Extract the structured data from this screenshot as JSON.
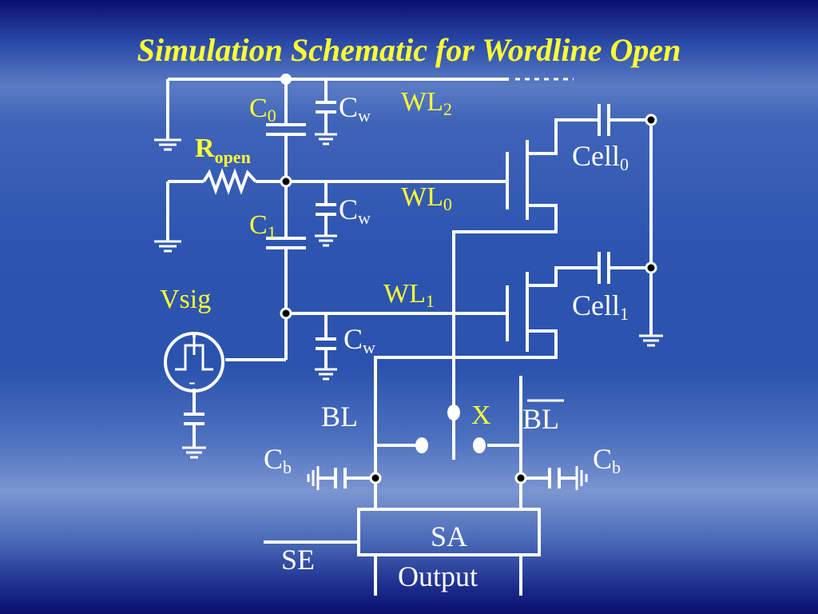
{
  "title": "Simulation Schematic for Wordline Open",
  "labels": {
    "c0": {
      "main": "C",
      "sub": "0"
    },
    "c1": {
      "main": "C",
      "sub": "1"
    },
    "cw": {
      "main": "C",
      "sub": "w"
    },
    "cb": {
      "main": "C",
      "sub": "b"
    },
    "r_open": {
      "main": "R",
      "sub": "open"
    },
    "wl2": {
      "main": "WL",
      "sub": "2"
    },
    "wl0": {
      "main": "WL",
      "sub": "0"
    },
    "wl1": {
      "main": "WL",
      "sub": "1"
    },
    "cell0": {
      "main": "Cell",
      "sub": "0"
    },
    "cell1": {
      "main": "Cell",
      "sub": "1"
    },
    "vsig": "Vsig",
    "x": "X",
    "bl": "BL",
    "bl_bar": "BL",
    "sa": "SA",
    "se": "SE",
    "output": "Output",
    "pulse_polarity": "-"
  },
  "colors": {
    "title": "#ffff33",
    "yellow_label": "#ffff33",
    "white_label": "#ffffff",
    "wire": "#ffffff",
    "node_fill": "#000000"
  }
}
